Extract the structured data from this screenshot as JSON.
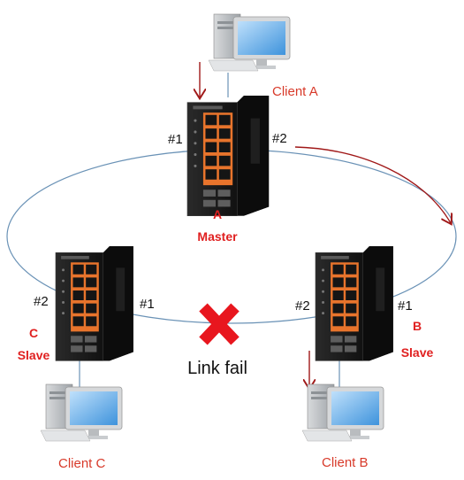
{
  "switches": {
    "a": {
      "letter": "A",
      "role": "Master",
      "port1": "#1",
      "port2": "#2"
    },
    "b": {
      "letter": "B",
      "role": "Slave",
      "port1": "#1",
      "port2": "#2"
    },
    "c": {
      "letter": "C",
      "role": "Slave",
      "port1": "#1",
      "port2": "#2"
    }
  },
  "clients": {
    "a": "Client A",
    "b": "Client B",
    "c": "Client C"
  },
  "link_fail_label": "Link fail",
  "colors": {
    "ring": "#6a92b6",
    "role_text": "#e02020",
    "client_text": "#d83a2a",
    "flow_arrow": "#a01818",
    "fail_x": "#e8161e",
    "switch_body": "#1c1c1c",
    "port_accent": "#e8742c"
  },
  "icons": [
    "industrial-switch-icon",
    "desktop-computer-icon",
    "link-fail-x-icon"
  ]
}
